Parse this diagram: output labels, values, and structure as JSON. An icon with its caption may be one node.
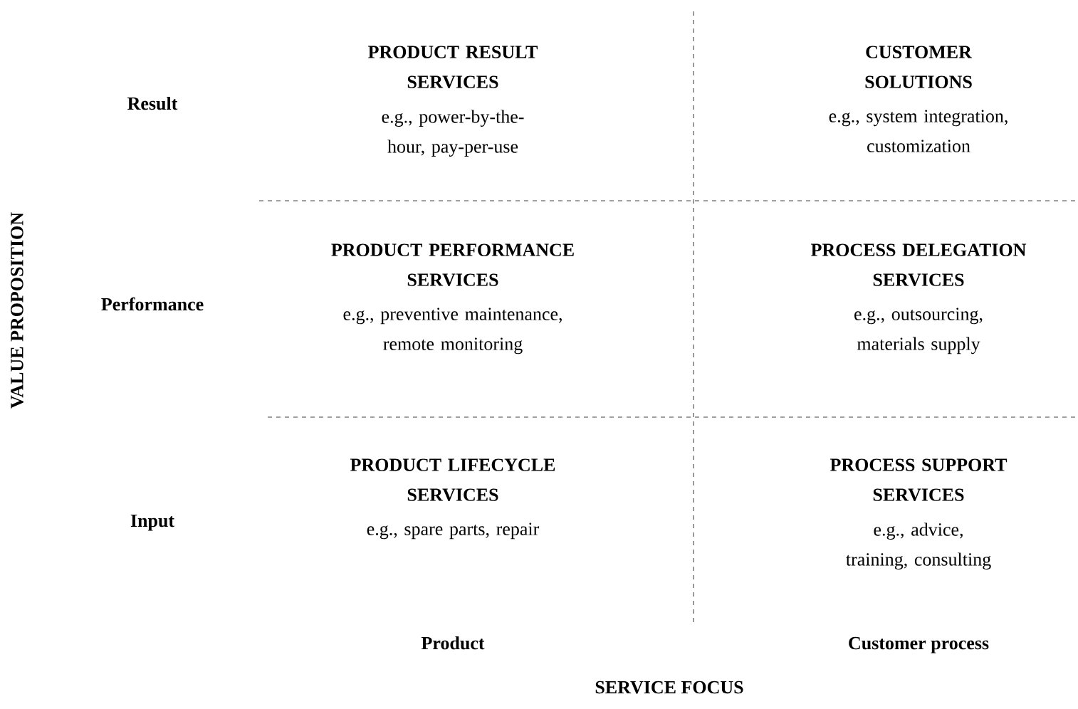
{
  "diagram": {
    "labels": [
      "Result",
      "PRODUCT RESULT SERVICES",
      "e.g., power-by-the-hour, pay-per-use",
      "CUSTOMER SOLUTIONS",
      "e.g., system integration, customization",
      "VALUE PROPOSITION",
      "Performance",
      "PRODUCT PERFORMANCE SERVICES",
      "e.g., preventive maintenance, remote monitoring",
      "PROCESS DELEGATION SERVICES",
      "e.g., outsourcing, materials supply",
      "Input",
      "PRODUCT LIFECYCLE SERVICES",
      "e.g., spare parts, repair",
      "PROCESS SUPPORT SERVICES",
      "e.g., advice, training, consulting",
      "Product",
      "Customer process",
      "SERVICE FOCUS"
    ]
  }
}
